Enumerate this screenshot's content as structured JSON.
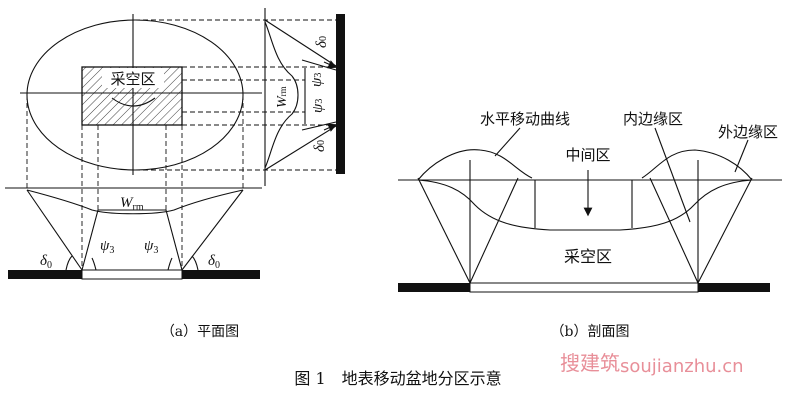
{
  "figure": {
    "plan": {
      "goaf_label": "采空区",
      "w_symbol": "W",
      "w_sub": "rm",
      "psi": "ψ",
      "psi_sub": "3",
      "delta": "δ",
      "delta_sub": "0",
      "caption": "（a）平面图"
    },
    "section": {
      "label_curve": "水平移动曲线",
      "label_inner": "内边缘区",
      "label_outer": "外边缘区",
      "label_middle": "中间区",
      "goaf_label": "采空区",
      "caption": "（b）剖面图"
    },
    "title": "图 1　地表移动盆地分区示意",
    "watermark_cn": "搜建筑",
    "watermark_url": "soujianzhu.cn"
  }
}
